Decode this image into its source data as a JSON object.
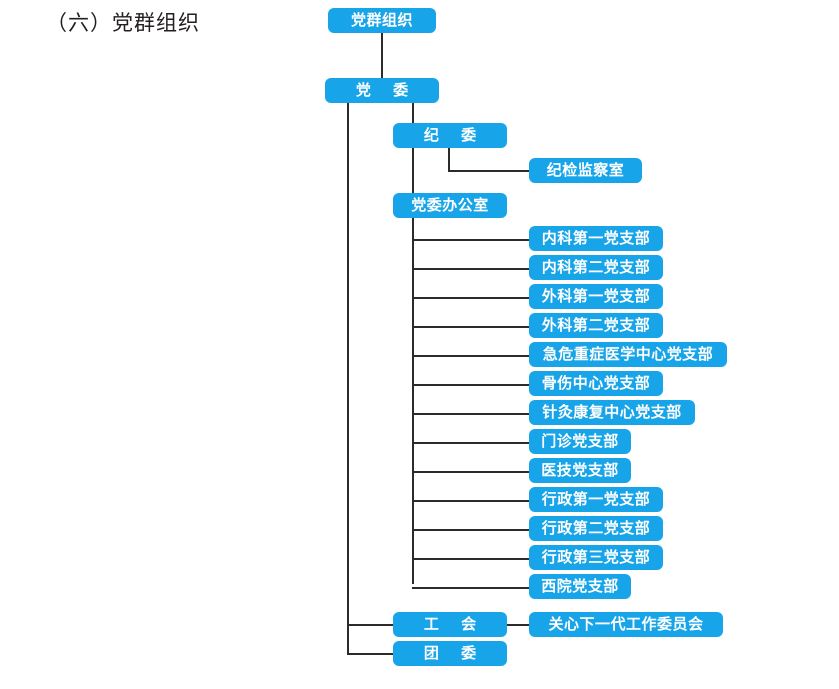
{
  "page": {
    "section_label": "（六）党群组织",
    "accent_color": "#17a4e8",
    "line_color": "#2e2a28",
    "text_color": "#ffffff",
    "background_color": "#ffffff"
  },
  "chart_data": {
    "type": "diagram",
    "title": "（六）党群组织",
    "orientation": "top-down-then-left-spine",
    "nodes": {
      "root": "党群组织",
      "party_committee": "党  委",
      "discipline_committee": "纪  委",
      "discipline_office": "纪检监察室",
      "party_office": "党委办公室",
      "labor_union": "工  会",
      "youth_league": "团  委",
      "next_gen_committee": "关心下一代工作委员会"
    },
    "party_branches": [
      "内科第一党支部",
      "内科第二党支部",
      "外科第一党支部",
      "外科第二党支部",
      "急危重症医学中心党支部",
      "骨伤中心党支部",
      "针灸康复中心党支部",
      "门诊党支部",
      "医技党支部",
      "行政第一党支部",
      "行政第二党支部",
      "行政第三党支部",
      "西院党支部"
    ],
    "edges": [
      {
        "from": "党群组织",
        "to": "党  委"
      },
      {
        "from": "党  委",
        "to": "纪  委"
      },
      {
        "from": "党  委",
        "to": "党委办公室"
      },
      {
        "from": "党  委",
        "to": "工  会"
      },
      {
        "from": "党  委",
        "to": "团  委"
      },
      {
        "from": "纪  委",
        "to": "纪检监察室"
      },
      {
        "from": "党委办公室",
        "to": "内科第一党支部"
      },
      {
        "from": "党委办公室",
        "to": "内科第二党支部"
      },
      {
        "from": "党委办公室",
        "to": "外科第一党支部"
      },
      {
        "from": "党委办公室",
        "to": "外科第二党支部"
      },
      {
        "from": "党委办公室",
        "to": "急危重症医学中心党支部"
      },
      {
        "from": "党委办公室",
        "to": "骨伤中心党支部"
      },
      {
        "from": "党委办公室",
        "to": "针灸康复中心党支部"
      },
      {
        "from": "党委办公室",
        "to": "门诊党支部"
      },
      {
        "from": "党委办公室",
        "to": "医技党支部"
      },
      {
        "from": "党委办公室",
        "to": "行政第一党支部"
      },
      {
        "from": "党委办公室",
        "to": "行政第二党支部"
      },
      {
        "from": "党委办公室",
        "to": "行政第三党支部"
      },
      {
        "from": "党委办公室",
        "to": "西院党支部"
      },
      {
        "from": "工  会",
        "to": "关心下一代工作委员会"
      }
    ]
  }
}
